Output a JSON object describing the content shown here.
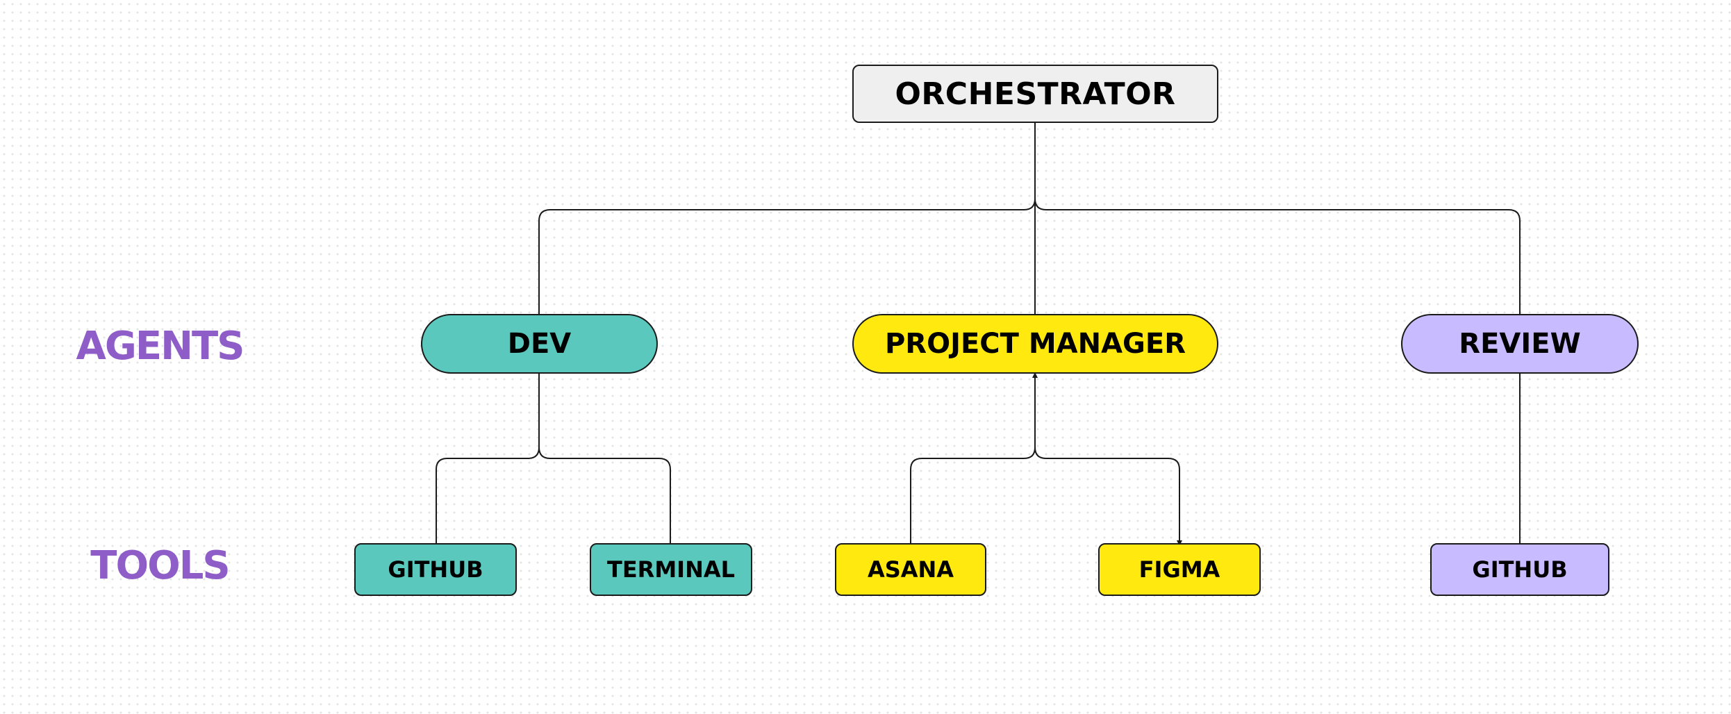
{
  "colors": {
    "root": "#efefef",
    "dev": "#5ac8bc",
    "project_manager": "#ffe90f",
    "review": "#c9bbff",
    "row_label": "#8e5dc7",
    "connector": "#1a1a1a"
  },
  "row_labels": {
    "agents": "AGENTS",
    "tools": "TOOLS"
  },
  "root": {
    "label": "ORCHESTRATOR"
  },
  "agents": [
    {
      "id": "dev",
      "label": "DEV",
      "tools": [
        {
          "label": "GITHUB"
        },
        {
          "label": "TERMINAL"
        }
      ]
    },
    {
      "id": "project_manager",
      "label": "PROJECT MANAGER",
      "tools": [
        {
          "label": "ASANA"
        },
        {
          "label": "FIGMA"
        }
      ]
    },
    {
      "id": "review",
      "label": "REVIEW",
      "tools": [
        {
          "label": "GITHUB"
        }
      ]
    }
  ]
}
